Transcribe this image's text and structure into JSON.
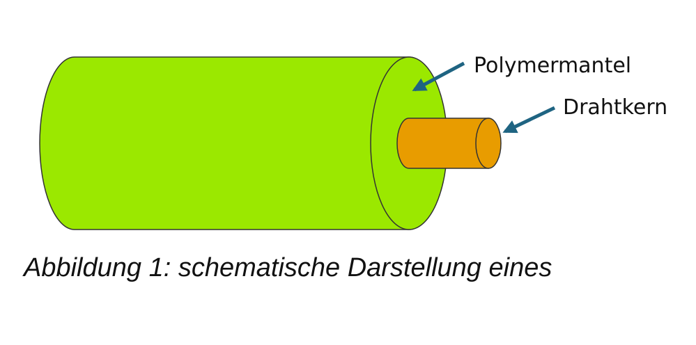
{
  "labels": {
    "polymermantel": "Polymermantel",
    "drahtkern": "Drahtkern"
  },
  "caption": "Abbildung 1: schematische Darstellung eines",
  "colors": {
    "jacket": "#9be800",
    "core": "#e89c00",
    "outline": "#333333",
    "arrow": "#1f6482",
    "text": "#111111"
  }
}
